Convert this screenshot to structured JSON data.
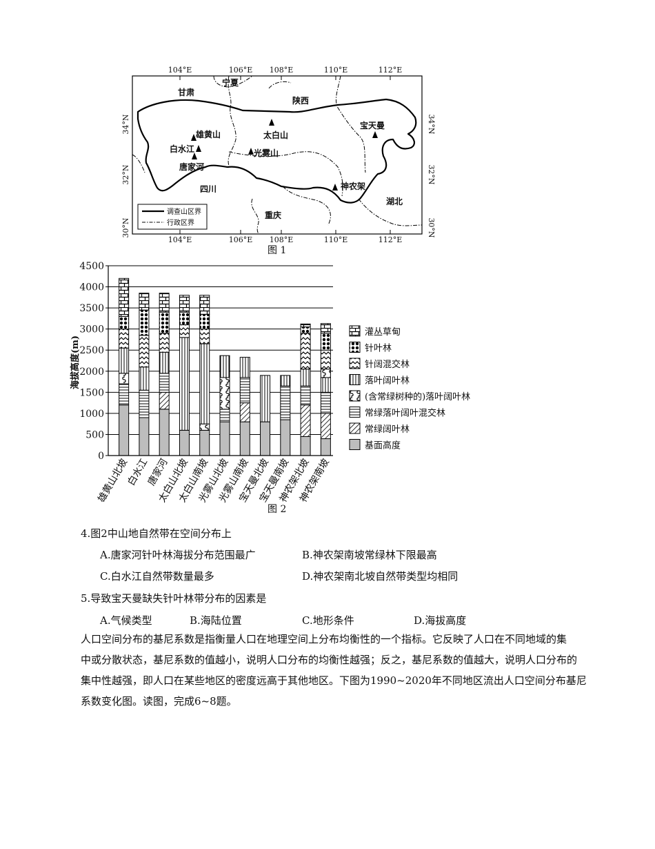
{
  "map": {
    "caption": "图 1",
    "lon_labels": [
      "104°E",
      "106°E",
      "108°E",
      "110°E",
      "112°E"
    ],
    "lat_labels": [
      "34°N",
      "32°N",
      "30°N"
    ],
    "places": {
      "gansu": "甘肃",
      "ningxia": "宁夏",
      "shaanxi": "陕西",
      "sichuan": "四川",
      "chongqing": "重庆",
      "hubei": "湖北",
      "xionghuangshan": "雄黄山",
      "baishuijiang": "白水江",
      "tangjiahe": "唐家河",
      "taibaishan": "太白山",
      "guangwushan": "光雾山",
      "baotianman": "宝天曼",
      "shennongjia": "神农架"
    },
    "legend": {
      "survey_boundary": "调查山区界",
      "admin_boundary": "行政区界"
    }
  },
  "chart_data": {
    "type": "bar",
    "caption": "图 2",
    "ylabel": "海拔高度(m)",
    "ylim": [
      0,
      4500
    ],
    "yticks": [
      "0",
      "500",
      "1000",
      "1500",
      "2000",
      "2500",
      "3000",
      "3500",
      "4000",
      "4500"
    ],
    "categories": [
      "雄黄山北坡",
      "白水江",
      "唐家河",
      "太白山北坡",
      "太白山南坡",
      "光雾山北坡",
      "光雾山南坡",
      "宝天曼北坡",
      "宝天曼南坡",
      "神农架北坡",
      "神农架南坡"
    ],
    "legend": [
      "灌丛草甸",
      "针叶林",
      "针阔混交林",
      "落叶阔叶林",
      "(含常绿树种的)落叶阔叶林",
      "常绿落叶阔叶混交林",
      "常绿阔叶林",
      "基面高度"
    ],
    "stacks": [
      [
        {
          "type": "base",
          "from": 0,
          "to": 1200
        },
        {
          "type": "mixed_evergreen",
          "from": 1200,
          "to": 1700
        },
        {
          "type": "deciduous_evergreen",
          "from": 1700,
          "to": 1950
        },
        {
          "type": "deciduous",
          "from": 1950,
          "to": 2550
        },
        {
          "type": "mixed_conifer",
          "from": 2550,
          "to": 3000
        },
        {
          "type": "conifer",
          "from": 3000,
          "to": 3300
        },
        {
          "type": "shrub",
          "from": 3300,
          "to": 4200
        }
      ],
      [
        {
          "type": "base",
          "from": 0,
          "to": 900
        },
        {
          "type": "mixed_evergreen",
          "from": 900,
          "to": 1550
        },
        {
          "type": "deciduous",
          "from": 1550,
          "to": 2100
        },
        {
          "type": "mixed_conifer",
          "from": 2100,
          "to": 2850
        },
        {
          "type": "conifer",
          "from": 2850,
          "to": 3450
        },
        {
          "type": "shrub",
          "from": 3450,
          "to": 3850
        }
      ],
      [
        {
          "type": "base",
          "from": 0,
          "to": 1100
        },
        {
          "type": "evergreen_broadleaf",
          "from": 1100,
          "to": 1500
        },
        {
          "type": "mixed_evergreen",
          "from": 1500,
          "to": 1950
        },
        {
          "type": "deciduous",
          "from": 1950,
          "to": 2450
        },
        {
          "type": "mixed_conifer",
          "from": 2450,
          "to": 2900
        },
        {
          "type": "conifer",
          "from": 2900,
          "to": 3400
        },
        {
          "type": "shrub",
          "from": 3400,
          "to": 3850
        }
      ],
      [
        {
          "type": "base",
          "from": 0,
          "to": 600
        },
        {
          "type": "deciduous",
          "from": 600,
          "to": 2800
        },
        {
          "type": "mixed_conifer",
          "from": 2800,
          "to": 3100
        },
        {
          "type": "conifer",
          "from": 3100,
          "to": 3400
        },
        {
          "type": "shrub",
          "from": 3400,
          "to": 3800
        }
      ],
      [
        {
          "type": "base",
          "from": 0,
          "to": 600
        },
        {
          "type": "deciduous_evergreen",
          "from": 600,
          "to": 750
        },
        {
          "type": "deciduous",
          "from": 750,
          "to": 2650
        },
        {
          "type": "mixed_conifer",
          "from": 2650,
          "to": 3000
        },
        {
          "type": "conifer",
          "from": 3000,
          "to": 3350
        },
        {
          "type": "shrub",
          "from": 3350,
          "to": 3800
        }
      ],
      [
        {
          "type": "base",
          "from": 0,
          "to": 800
        },
        {
          "type": "mixed_evergreen",
          "from": 800,
          "to": 1100
        },
        {
          "type": "deciduous_evergreen",
          "from": 1100,
          "to": 1850
        },
        {
          "type": "deciduous",
          "from": 1850,
          "to": 2370
        }
      ],
      [
        {
          "type": "base",
          "from": 0,
          "to": 800
        },
        {
          "type": "evergreen_broadleaf",
          "from": 800,
          "to": 1250
        },
        {
          "type": "mixed_evergreen",
          "from": 1250,
          "to": 1850
        },
        {
          "type": "deciduous",
          "from": 1850,
          "to": 2330
        }
      ],
      [
        {
          "type": "base",
          "from": 0,
          "to": 800
        },
        {
          "type": "deciduous",
          "from": 800,
          "to": 1900
        }
      ],
      [
        {
          "type": "base",
          "from": 0,
          "to": 850
        },
        {
          "type": "mixed_evergreen",
          "from": 850,
          "to": 1650
        },
        {
          "type": "deciduous",
          "from": 1650,
          "to": 1900
        }
      ],
      [
        {
          "type": "base",
          "from": 0,
          "to": 450
        },
        {
          "type": "evergreen_broadleaf",
          "from": 450,
          "to": 1200
        },
        {
          "type": "mixed_evergreen",
          "from": 1200,
          "to": 1650
        },
        {
          "type": "deciduous",
          "from": 1650,
          "to": 2050
        },
        {
          "type": "mixed_conifer",
          "from": 2050,
          "to": 2900
        },
        {
          "type": "conifer",
          "from": 2900,
          "to": 3050
        },
        {
          "type": "shrub",
          "from": 3050,
          "to": 3120
        }
      ],
      [
        {
          "type": "base",
          "from": 0,
          "to": 400
        },
        {
          "type": "evergreen_broadleaf",
          "from": 400,
          "to": 1000
        },
        {
          "type": "mixed_evergreen",
          "from": 1000,
          "to": 1500
        },
        {
          "type": "deciduous",
          "from": 1500,
          "to": 1850
        },
        {
          "type": "deciduous_evergreen",
          "from": 1850,
          "to": 2050
        },
        {
          "type": "mixed_conifer",
          "from": 2050,
          "to": 2500
        },
        {
          "type": "conifer",
          "from": 2500,
          "to": 2900
        },
        {
          "type": "shrub",
          "from": 2900,
          "to": 3130
        }
      ]
    ]
  },
  "questions": {
    "q4": {
      "stem": "4.图2中山地自然带在空间分布上",
      "a": "A.唐家河针叶林海拔分布范围最广",
      "b": "B.神农架南坡常绿林下限最高",
      "c": "C.白水江自然带数量最多",
      "d": "D.神农架南北坡自然带类型均相同"
    },
    "q5": {
      "stem": "5.导致宝天曼缺失针叶林带分布的因素是",
      "a": "A.气候类型",
      "b": "B.海陆位置",
      "c": "C.地形条件",
      "d": "D.海拔高度"
    }
  },
  "paragraph": {
    "line1": "人口空间分布的基尼系数是指衡量人口在地理空间上分布均衡性的一个指标。它反映了人口在不同地域的集",
    "line2": "中或分散状态，基尼系数的值越小，说明人口分布的均衡性越强；反之，基尼系数的值越大，说明人口分布的",
    "line3": "集中性越强，即人口在某些地区的密度远高于其他地区。下图为1990~2020年不同地区流出人口空间分布基尼",
    "line4": "系数变化图。读图，完成6~8题。"
  }
}
